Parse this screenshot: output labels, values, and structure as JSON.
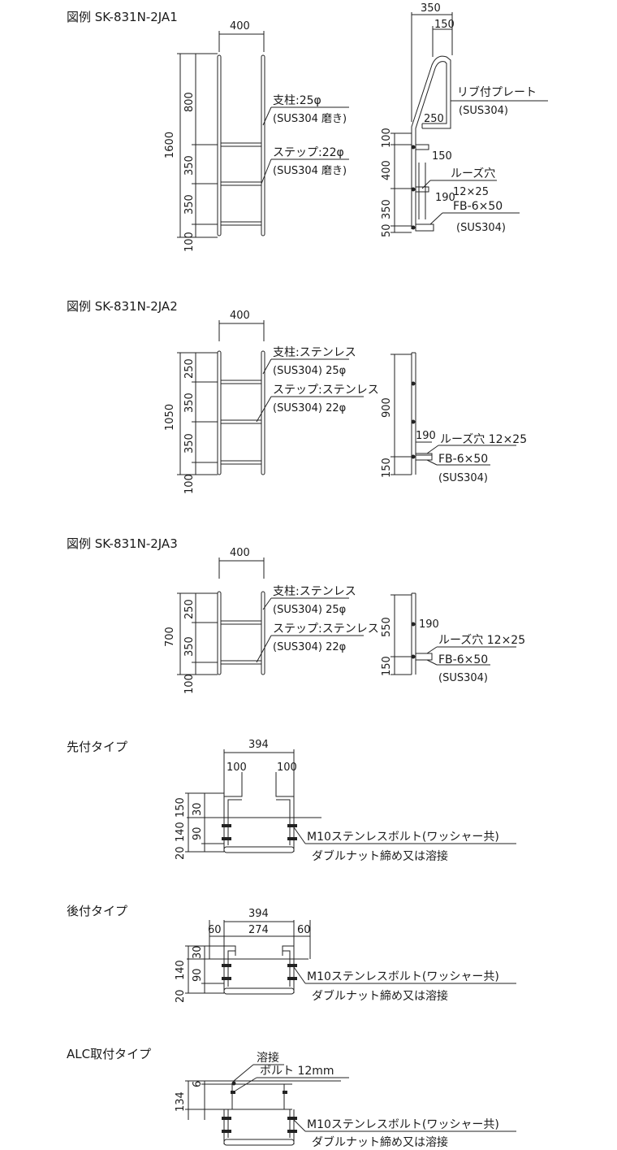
{
  "sections": [
    {
      "title": "図例 SK-831N-2JA1",
      "width_dim": "400",
      "total_height_dim": "1600",
      "segments": [
        "800",
        "350",
        "350",
        "100"
      ],
      "labels": {
        "post_line1": "支柱:25φ",
        "post_line2": "(SUS304 磨き)",
        "step_line1": "ステップ:22φ",
        "step_line2": "(SUS304 磨き)"
      },
      "side": {
        "top_dim": "350",
        "top_inner_dim": "150",
        "rib_dim": "250",
        "bracket_dim": "150",
        "bolt_dim": "190",
        "segments": [
          "100",
          "400",
          "350",
          "50"
        ],
        "rib_label1": "リブ付プレート",
        "rib_label2": "(SUS304)",
        "hole_label1": "ルーズ穴",
        "hole_label2": "12×25",
        "fb_label1": "FB-6×50",
        "fb_label2": "(SUS304)"
      }
    },
    {
      "title": "図例 SK-831N-2JA2",
      "width_dim": "400",
      "total_height_dim": "1050",
      "segments": [
        "250",
        "350",
        "350",
        "100"
      ],
      "labels": {
        "post_line1": "支柱:ステンレス",
        "post_line2": "(SUS304) 25φ",
        "step_line1": "ステップ:ステンレス",
        "step_line2": "(SUS304) 22φ"
      },
      "side": {
        "segments": [
          "900",
          "150"
        ],
        "bolt_dim": "190",
        "hole_label": "ルーズ穴 12×25",
        "fb_label1": "FB-6×50",
        "fb_label2": "(SUS304)"
      }
    },
    {
      "title": "図例 SK-831N-2JA3",
      "width_dim": "400",
      "total_height_dim": "700",
      "segments": [
        "250",
        "350",
        "100"
      ],
      "labels": {
        "post_line1": "支柱:ステンレス",
        "post_line2": "(SUS304) 25φ",
        "step_line1": "ステップ:ステンレス",
        "step_line2": "(SUS304) 22φ"
      },
      "side": {
        "segments": [
          "550",
          "150"
        ],
        "bolt_dim": "190",
        "hole_label": "ルーズ穴 12×25",
        "fb_label1": "FB-6×50",
        "fb_label2": "(SUS304)"
      }
    }
  ],
  "types": [
    {
      "title": "先付タイプ",
      "width_dim": "394",
      "sub_left": "100",
      "sub_right": "100",
      "outer_dims": [
        "150",
        "140",
        "20"
      ],
      "inner_dims": [
        "30",
        "90"
      ],
      "bolt_label": "M10ステンレスボルト(ワッシャー共)",
      "nut_label": "ダブルナット締め又は溶接"
    },
    {
      "title": "後付タイプ",
      "width_dim": "394",
      "sub_left": "60",
      "sub_mid": "274",
      "sub_right": "60",
      "outer_dims": [
        "140",
        "20"
      ],
      "inner_dims": [
        "30",
        "90"
      ],
      "bolt_label": "M10ステンレスボルト(ワッシャー共)",
      "nut_label": "ダブルナット締め又は溶接"
    },
    {
      "title": "ALC取付タイプ",
      "weld_label": "溶接",
      "anchor_label": "ボルト 12mm",
      "outer_dims": [
        "134",
        "6"
      ],
      "bolt_label": "M10ステンレスボルト(ワッシャー共)",
      "nut_label": "ダブルナット締め又は溶接"
    }
  ]
}
